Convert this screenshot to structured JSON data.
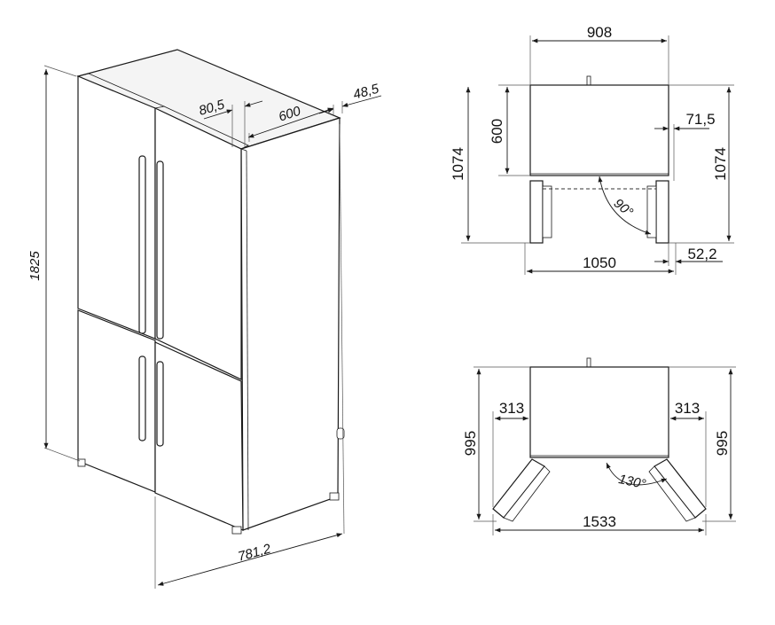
{
  "perspective": {
    "height": "1825",
    "door_gap": "80,5",
    "depth": "600",
    "top_offset": "48,5",
    "width": "781,2"
  },
  "plan_90": {
    "width": "908",
    "depth_left": "600",
    "total_depth_left": "1074",
    "total_depth_right": "1074",
    "side_clearance": "71,5",
    "angle": "90°",
    "open_width": "1050",
    "handle_offset": "52,2"
  },
  "plan_130": {
    "depth_left": "995",
    "depth_right": "995",
    "clearance_left": "313",
    "clearance_right": "313",
    "angle": "130°",
    "open_width": "1533"
  }
}
